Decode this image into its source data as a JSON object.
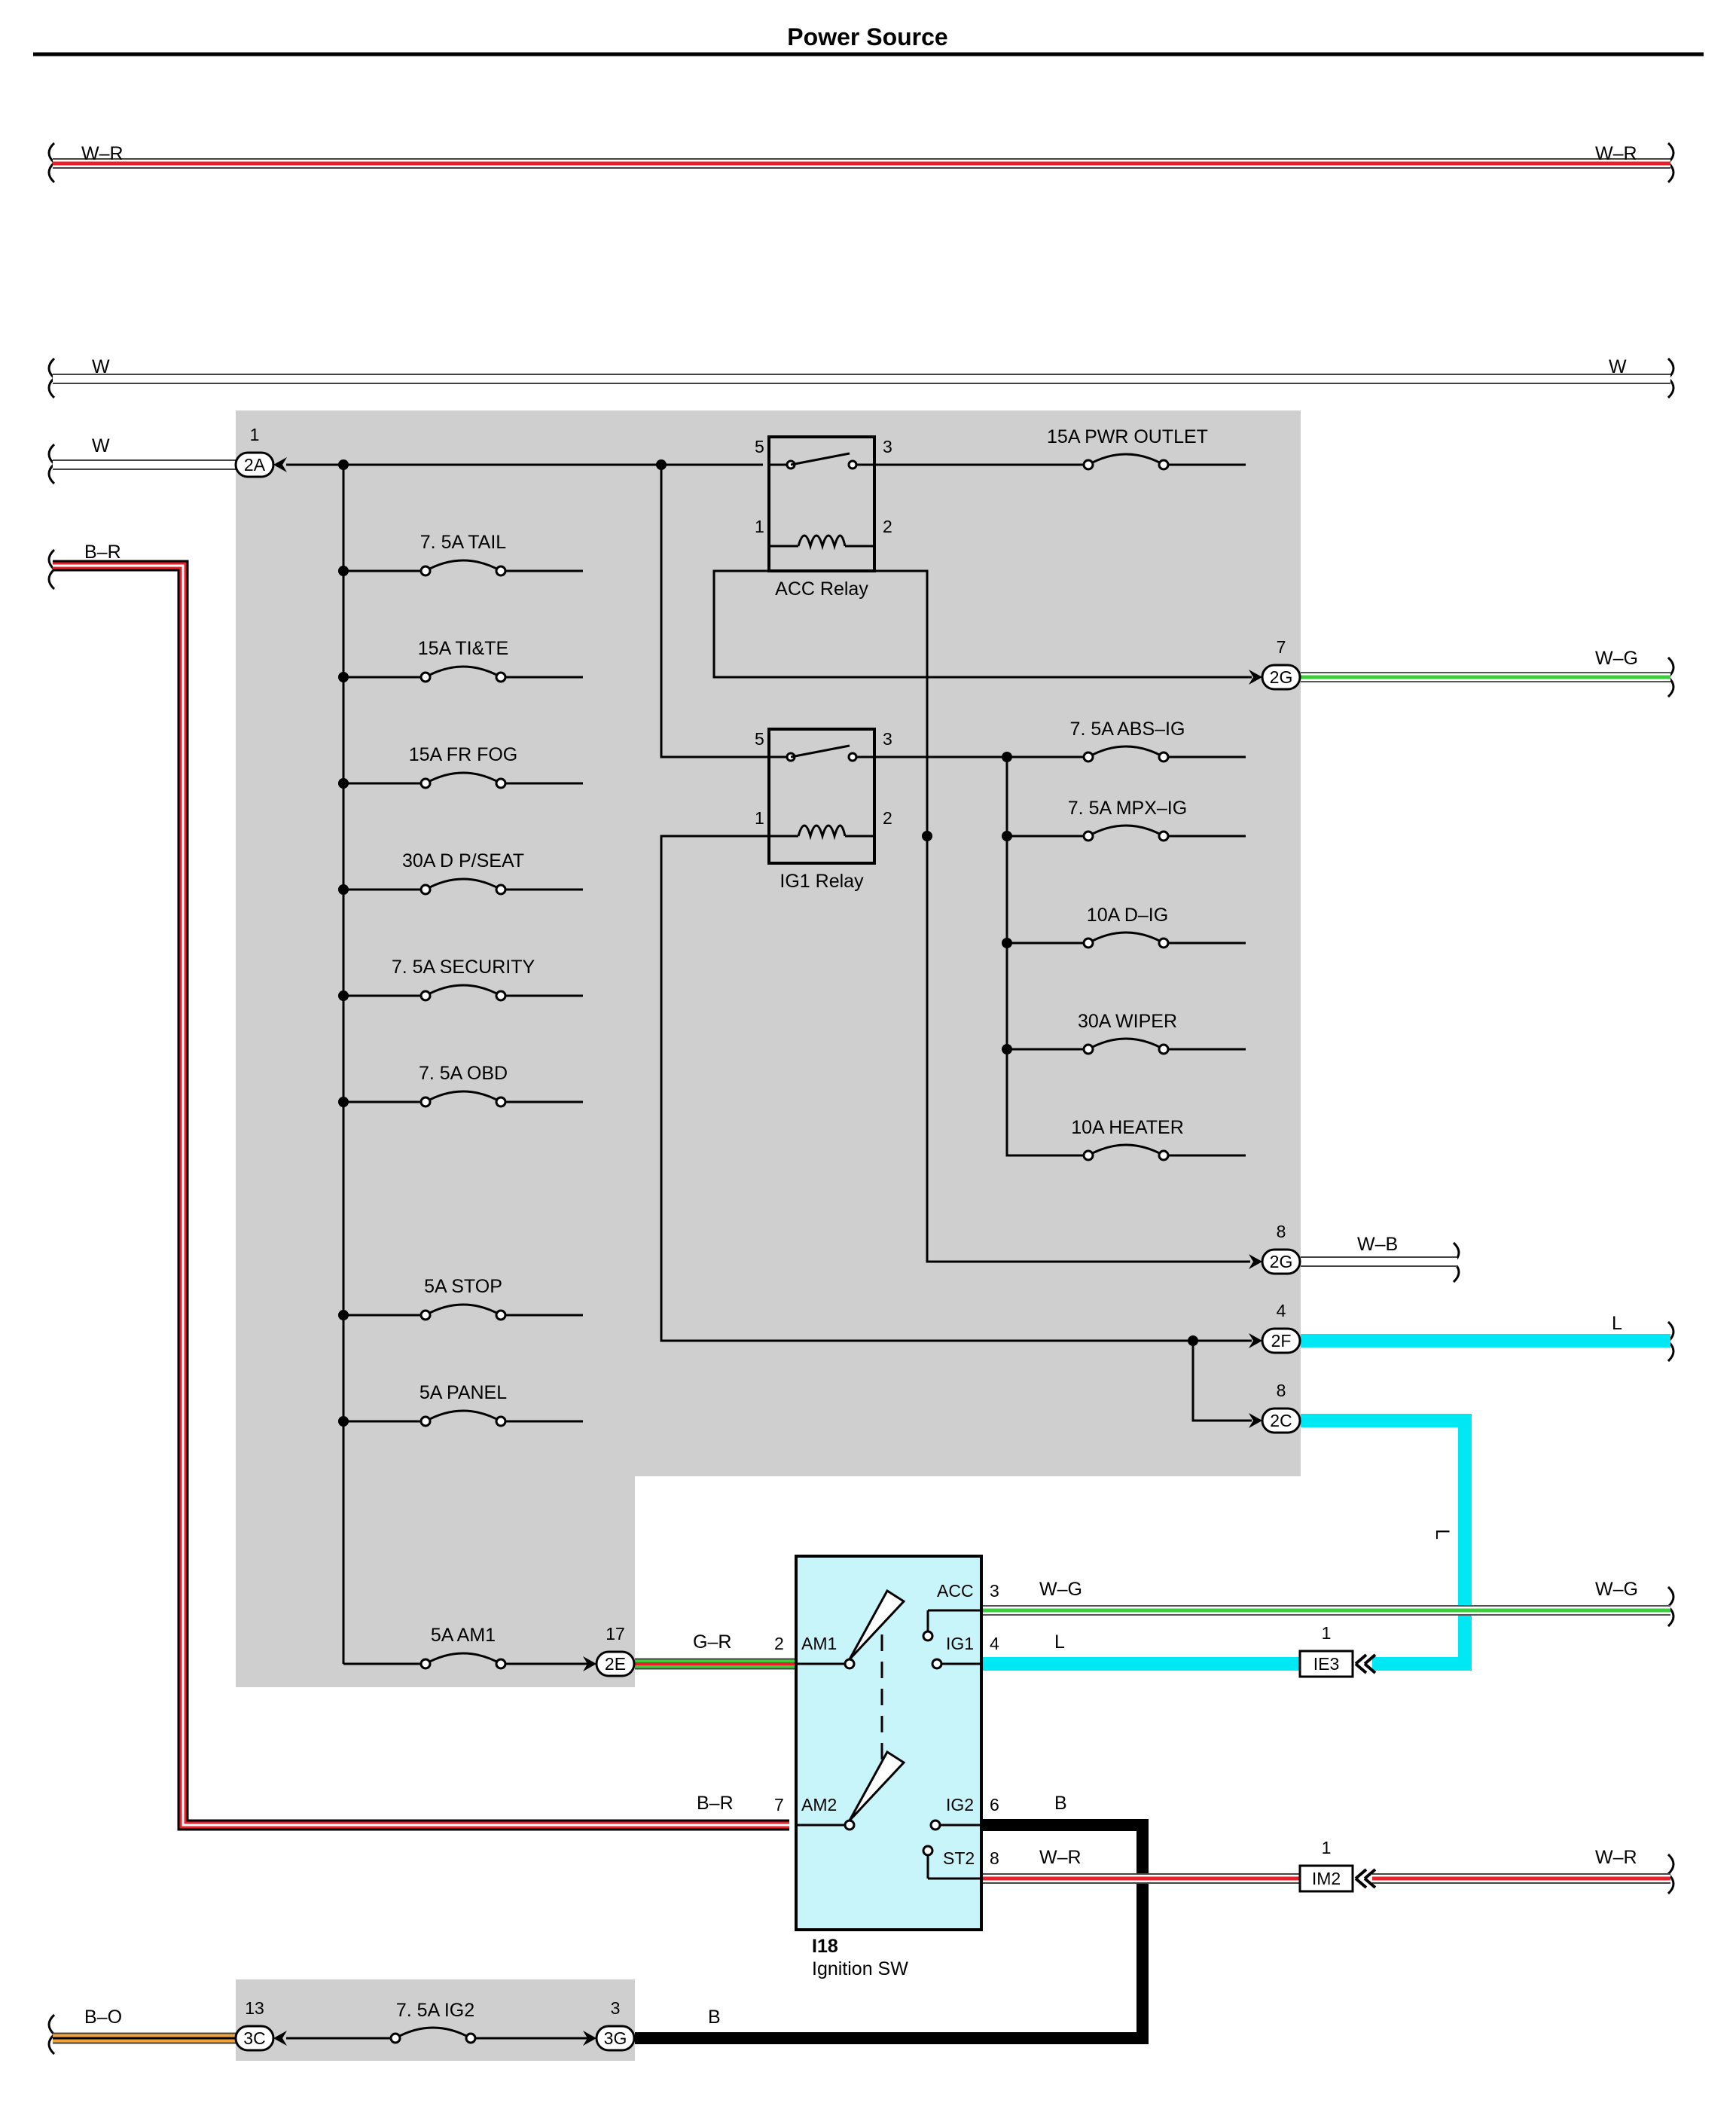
{
  "page": {
    "title": "Power Source"
  },
  "wire_labels": {
    "top_left": "W–R",
    "top_right": "W–R",
    "w_left": "W",
    "w_right": "W",
    "w_2a": "W",
    "b_r_top": "B–R",
    "w_g_2g": "W–G",
    "w_b_2g": "W–B",
    "l_2f": "L",
    "l_vertical": "L",
    "w_g_acc_left": "W–G",
    "w_g_acc_right": "W–G",
    "l_ig1": "L",
    "g_r_am1": "G–R",
    "b_r_am2": "B–R",
    "b_ig2": "B",
    "w_r_st2_left": "W–R",
    "w_r_st2_right": "W–R",
    "b_o": "B–O",
    "b_3g": "B"
  },
  "connectors": {
    "c2a": {
      "code": "2A",
      "pin": "1"
    },
    "c2g_acc": {
      "code": "2G",
      "pin": "7"
    },
    "c2g_ig1": {
      "code": "2G",
      "pin": "8"
    },
    "c2f": {
      "code": "2F",
      "pin": "4"
    },
    "c2c": {
      "code": "2C",
      "pin": "8"
    },
    "c2e": {
      "code": "2E",
      "pin": "17"
    },
    "ie3": {
      "code": "IE3",
      "pin": "1"
    },
    "im2": {
      "code": "IM2",
      "pin": "1"
    },
    "c3c": {
      "code": "3C",
      "pin": "13"
    },
    "c3g": {
      "code": "3G",
      "pin": "3"
    }
  },
  "fuses": {
    "tail": "7. 5A TAIL",
    "tite": "15A TI&TE",
    "frfog": "15A FR FOG",
    "dpseat": "30A D P/SEAT",
    "security": "7. 5A SECURITY",
    "obd": "7. 5A OBD",
    "stop": "5A STOP",
    "panel": "5A PANEL",
    "am1": "5A AM1",
    "pwr_outlet": "15A PWR OUTLET",
    "abs_ig": "7. 5A ABS–IG",
    "mpx_ig": "7. 5A MPX–IG",
    "d_ig": "10A D–IG",
    "wiper": "30A WIPER",
    "heater": "10A HEATER",
    "ig2": "7. 5A IG2"
  },
  "relays": {
    "acc": {
      "name": "ACC Relay",
      "p5": "5",
      "p3": "3",
      "p1": "1",
      "p2": "2"
    },
    "ig1": {
      "name": "IG1 Relay",
      "p5": "5",
      "p3": "3",
      "p1": "1",
      "p2": "2"
    }
  },
  "ignition_switch": {
    "code": "I18",
    "name": "Ignition SW",
    "terminals": {
      "acc": "ACC",
      "ig1": "IG1",
      "am1": "AM1",
      "am2": "AM2",
      "ig2": "IG2",
      "st2": "ST2"
    },
    "pins": {
      "acc": "3",
      "ig1": "4",
      "am1": "2",
      "am2": "7",
      "ig2": "6",
      "st2": "8"
    }
  },
  "colors": {
    "red": "#e8202a",
    "green": "#3ccf3c",
    "cyan": "#00e8f4",
    "orange": "#f2a23a",
    "panel_gray": "#cfcfcf",
    "switch_fill": "#c8f5fa"
  }
}
